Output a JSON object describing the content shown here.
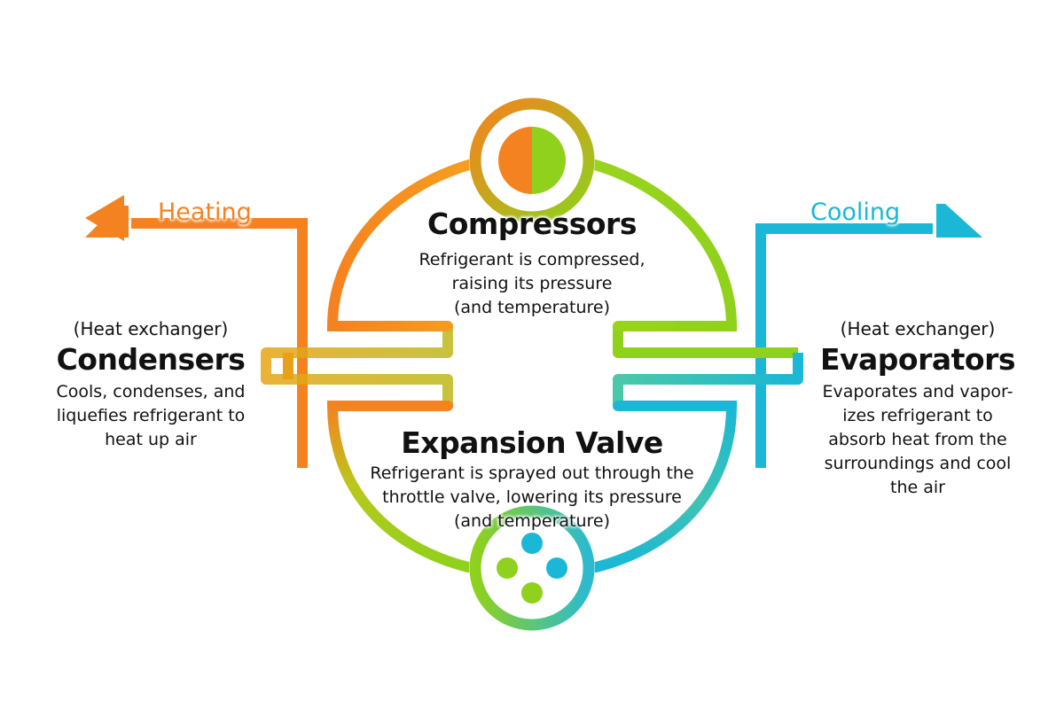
{
  "labels": {
    "heating": "Heating",
    "cooling": "Cooling"
  },
  "compressor": {
    "title": "Compressors",
    "description": [
      "Refrigerant is compressed,",
      "raising its pressure",
      "(and temperature)"
    ]
  },
  "expansion_valve": {
    "title": "Expansion Valve",
    "description": [
      "Refrigerant is sprayed out through the",
      "throttle valve, lowering its pressure",
      "(and temperature)"
    ]
  },
  "condenser": {
    "subtitle": "(Heat exchanger)",
    "title": "Condensers",
    "description": [
      "Cools, condenses, and",
      "liquefies refrigerant to",
      "heat up air"
    ]
  },
  "evaporator": {
    "subtitle": "(Heat exchanger)",
    "title": "Evaporators",
    "description": [
      "Evaporates and vapor-",
      "izes refrigerant to",
      "absorb heat from the",
      "surroundings and cool",
      "the air"
    ]
  },
  "colors": {
    "hot": "#f58220",
    "warm_mid": "#c8c21a",
    "green": "#8fd11c",
    "cool": "#1ab7d6"
  }
}
